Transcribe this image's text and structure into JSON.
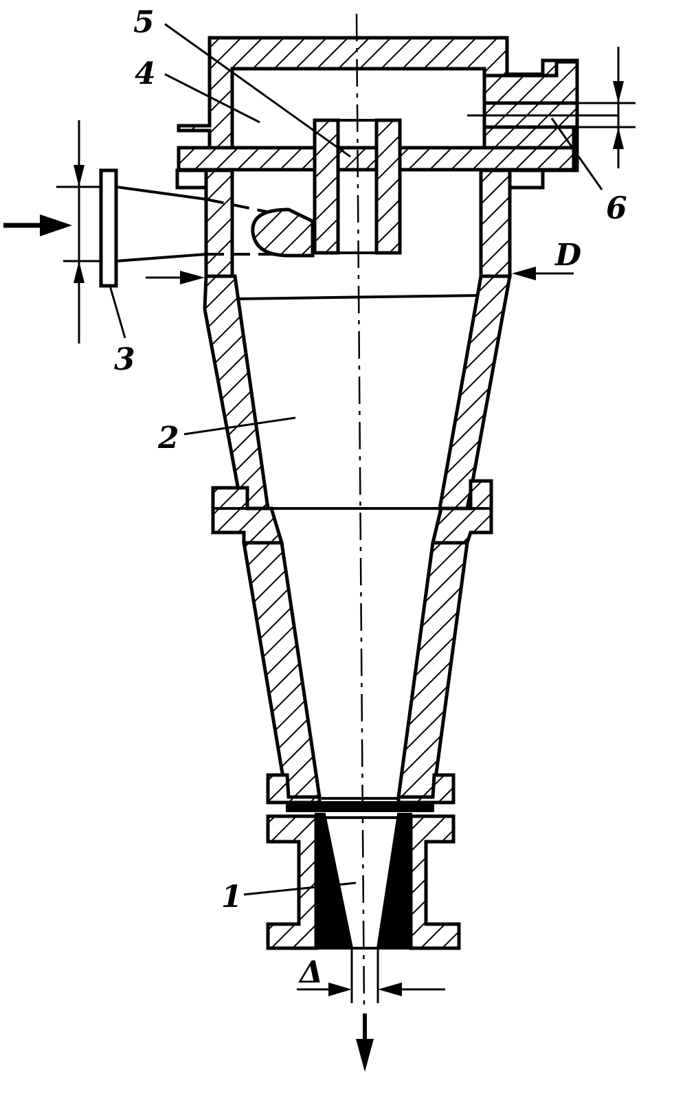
{
  "diagram": {
    "callouts": {
      "part_1": "1",
      "part_2": "2",
      "part_3": "3",
      "part_4": "4",
      "part_5": "5",
      "part_6": "6"
    },
    "dimensions": {
      "diameter": "D",
      "apex_opening": "Δ"
    }
  }
}
